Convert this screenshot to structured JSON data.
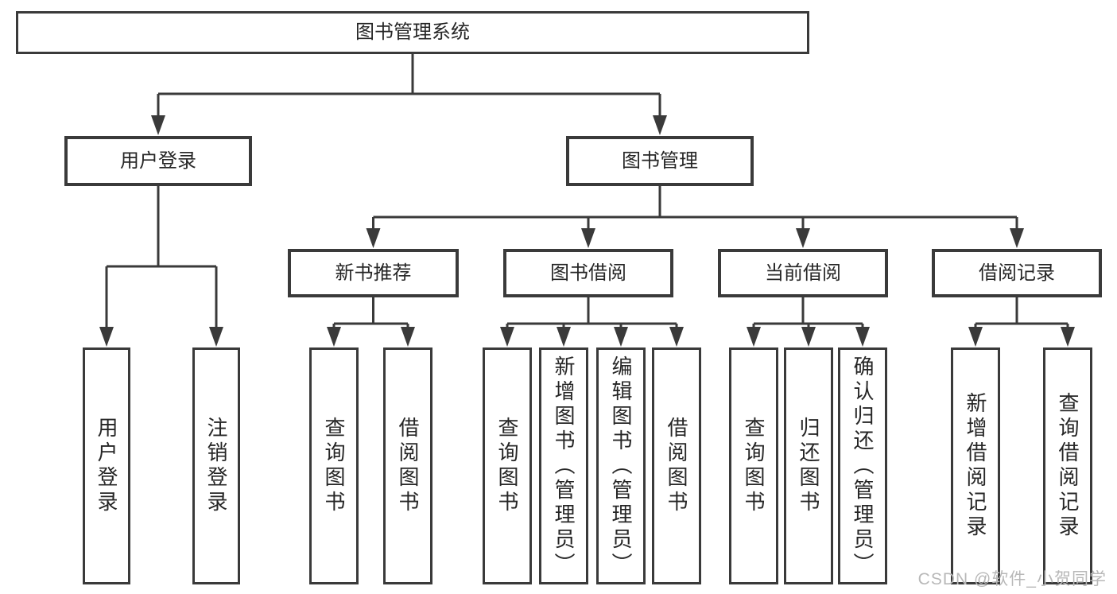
{
  "tree": {
    "root": {
      "label": "图书管理系统",
      "children": [
        {
          "label": "用户登录",
          "children": [
            {
              "label": "用户登录"
            },
            {
              "label": "注销登录"
            }
          ]
        },
        {
          "label": "图书管理",
          "children": [
            {
              "label": "新书推荐",
              "children": [
                {
                  "label": "查询图书"
                },
                {
                  "label": "借阅图书"
                }
              ]
            },
            {
              "label": "图书借阅",
              "children": [
                {
                  "label": "查询图书"
                },
                {
                  "label": "新增图书（管理员）"
                },
                {
                  "label": "编辑图书（管理员）"
                },
                {
                  "label": "借阅图书"
                }
              ]
            },
            {
              "label": "当前借阅",
              "children": [
                {
                  "label": "查询图书"
                },
                {
                  "label": "归还图书"
                },
                {
                  "label": "确认归还（管理员）"
                }
              ]
            },
            {
              "label": "借阅记录",
              "children": [
                {
                  "label": "新增借阅记录"
                },
                {
                  "label": "查询借阅记录"
                }
              ]
            }
          ]
        }
      ]
    }
  },
  "watermark": {
    "text": "CSDN @软件_小贺同学"
  },
  "colors": {
    "line": "#3a3a3a",
    "box_border": "#3a3a3a",
    "text": "#262626",
    "watermark": "#b8b8b8",
    "background": "#ffffff"
  }
}
